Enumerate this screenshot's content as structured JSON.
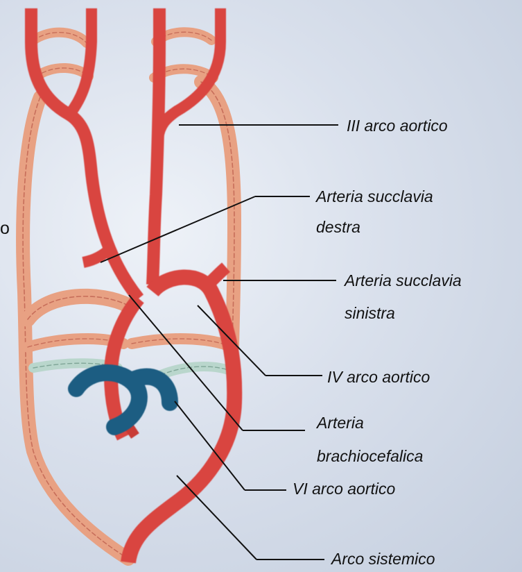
{
  "labels": {
    "iii_arco_aortico": "III arco aortico",
    "arteria_succlavia_destra_1": "Arteria succlavia",
    "arteria_succlavia_destra_2": "destra",
    "arteria_succlavia_sinistra_1": "Arteria succlavia",
    "arteria_succlavia_sinistra_2": "sinistra",
    "iv_arco_aortico": "IV arco aortico",
    "arteria_brachiocefalica_1": "Arteria",
    "arteria_brachiocefalica_2": "brachiocefalica",
    "vi_arco_aortico": "VI arco aortico",
    "arco_sistemico": "Arco sistemico"
  },
  "edge_fragment": "o",
  "colors": {
    "artery_red": "#d9443f",
    "regressed_salmon": "#e8a183",
    "pulmonary_blue": "#1f5d82",
    "regressed_teal": "#b9d6cc"
  }
}
